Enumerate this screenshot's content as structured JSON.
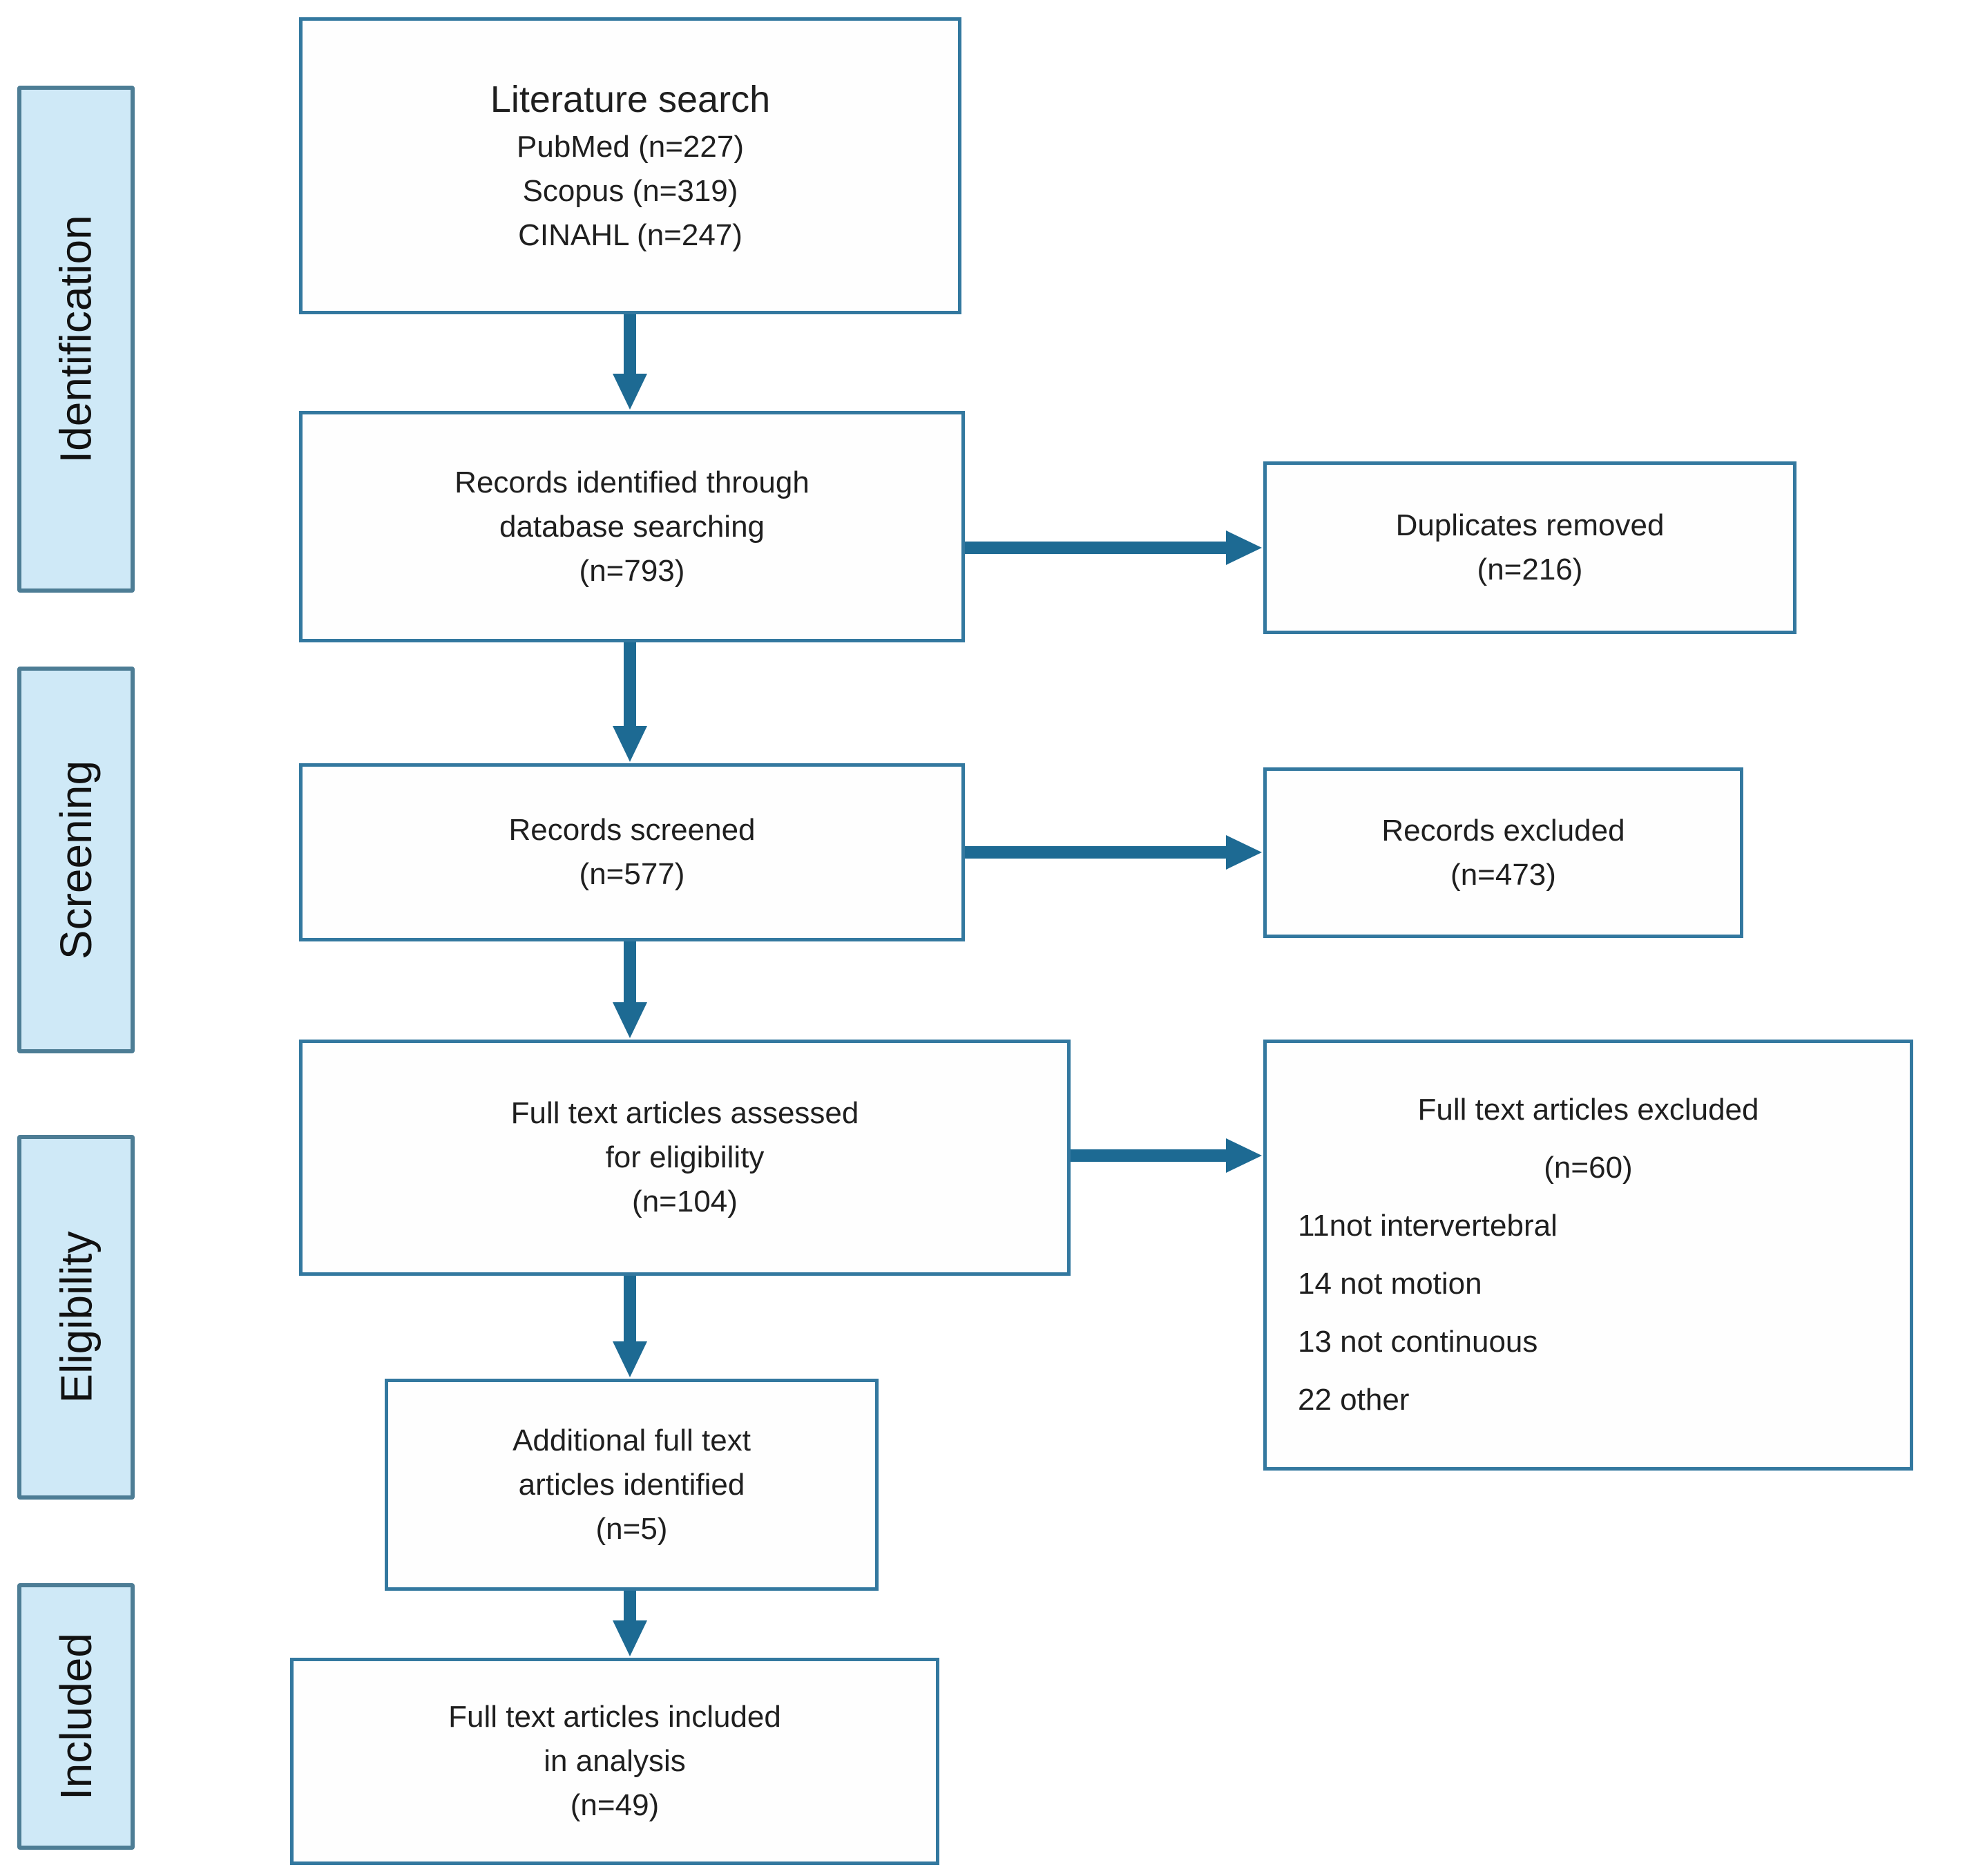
{
  "stages": [
    {
      "label": "Identification"
    },
    {
      "label": "Screening"
    },
    {
      "label": "Eligibility"
    },
    {
      "label": "Included"
    }
  ],
  "boxes": {
    "literature_search": {
      "title": "Literature search",
      "lines": [
        "PubMed (n=227)",
        "Scopus (n=319)",
        "CINAHL (n=247)"
      ]
    },
    "records_identified": {
      "lines": [
        "Records identified through",
        "database searching",
        "(n=793)"
      ]
    },
    "duplicates_removed": {
      "lines": [
        "Duplicates removed",
        "(n=216)"
      ]
    },
    "records_screened": {
      "lines": [
        "Records screened",
        "(n=577)"
      ]
    },
    "records_excluded": {
      "lines": [
        "Records excluded",
        "(n=473)"
      ]
    },
    "fulltext_assessed": {
      "lines": [
        "Full text articles assessed",
        "for eligibility",
        "(n=104)"
      ]
    },
    "fulltext_excluded": {
      "centered_lines": [
        "Full text articles excluded",
        "(n=60)"
      ],
      "left_lines": [
        "11not intervertebral",
        "14 not motion",
        "13 not continuous",
        "22 other"
      ]
    },
    "additional_fulltext": {
      "lines": [
        "Additional full text",
        "articles identified",
        "(n=5)"
      ]
    },
    "fulltext_included": {
      "lines": [
        "Full text articles included",
        "in analysis",
        "(n=49)"
      ]
    }
  },
  "colors": {
    "box-border": "#33789f",
    "arrow": "#1d6a93",
    "stage-fill": "#cfe9f7",
    "stage-border": "#4d7d95",
    "text": "#1f1f1f",
    "background": "#ffffff"
  }
}
